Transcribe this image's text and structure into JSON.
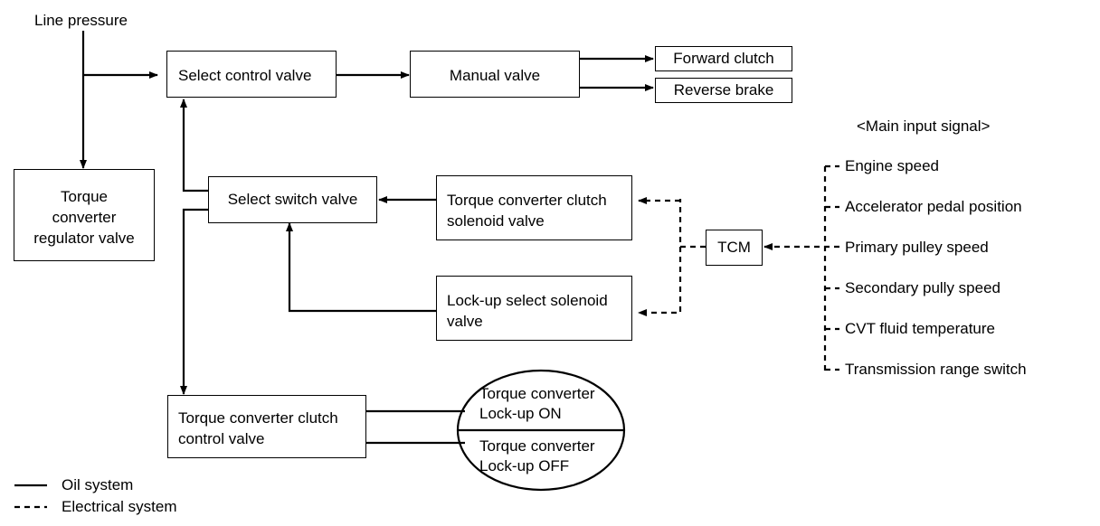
{
  "diagram": {
    "line_pressure": "Line pressure",
    "select_control_valve": "Select control valve",
    "manual_valve": "Manual valve",
    "forward_clutch": "Forward clutch",
    "reverse_brake": "Reverse brake",
    "tc_regulator_valve": [
      "Torque",
      "converter",
      "regulator valve"
    ],
    "select_switch_valve": "Select switch valve",
    "tcc_solenoid_valve": [
      "Torque converter clutch",
      "solenoid valve"
    ],
    "lockup_select_solenoid_valve": [
      "Lock-up select solenoid",
      "valve"
    ],
    "tcm": "TCM",
    "tcc_control_valve": [
      "Torque converter clutch",
      "control valve"
    ],
    "lockup_on": [
      "Torque converter",
      "Lock-up ON"
    ],
    "lockup_off": [
      "Torque converter",
      "Lock-up OFF"
    ],
    "main_input_signal_header": "<Main input signal>",
    "input_signals": [
      "Engine speed",
      "Accelerator pedal position",
      "Primary pulley speed",
      "Secondary pully speed",
      "CVT fluid temperature",
      "Transmission range switch"
    ]
  },
  "legend": {
    "oil": "Oil system",
    "electrical": "Electrical system"
  }
}
